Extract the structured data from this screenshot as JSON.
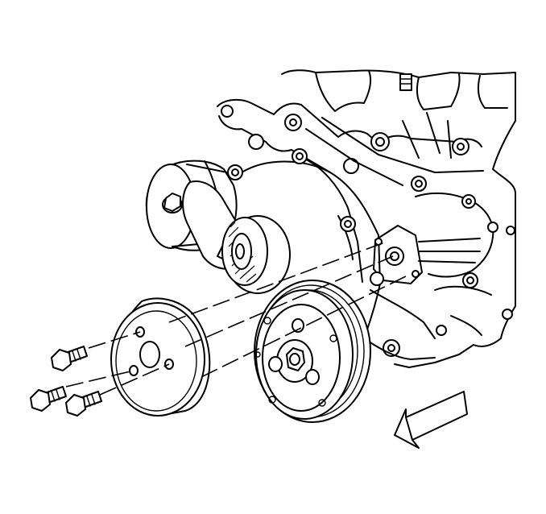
{
  "diagram": {
    "kind": "exploded-view line illustration",
    "parts": [
      {
        "name": "engine-front-cover"
      },
      {
        "name": "water-pump"
      },
      {
        "name": "drive-belt-tensioner"
      },
      {
        "name": "idler-pulley"
      },
      {
        "name": "crankshaft-balancer"
      },
      {
        "name": "water-pump-pulley"
      },
      {
        "name": "pulley-bolt",
        "count": 3
      }
    ],
    "direction_arrow": "front-of-engine",
    "colors": {
      "ink": "#000000",
      "paper": "#ffffff"
    }
  }
}
